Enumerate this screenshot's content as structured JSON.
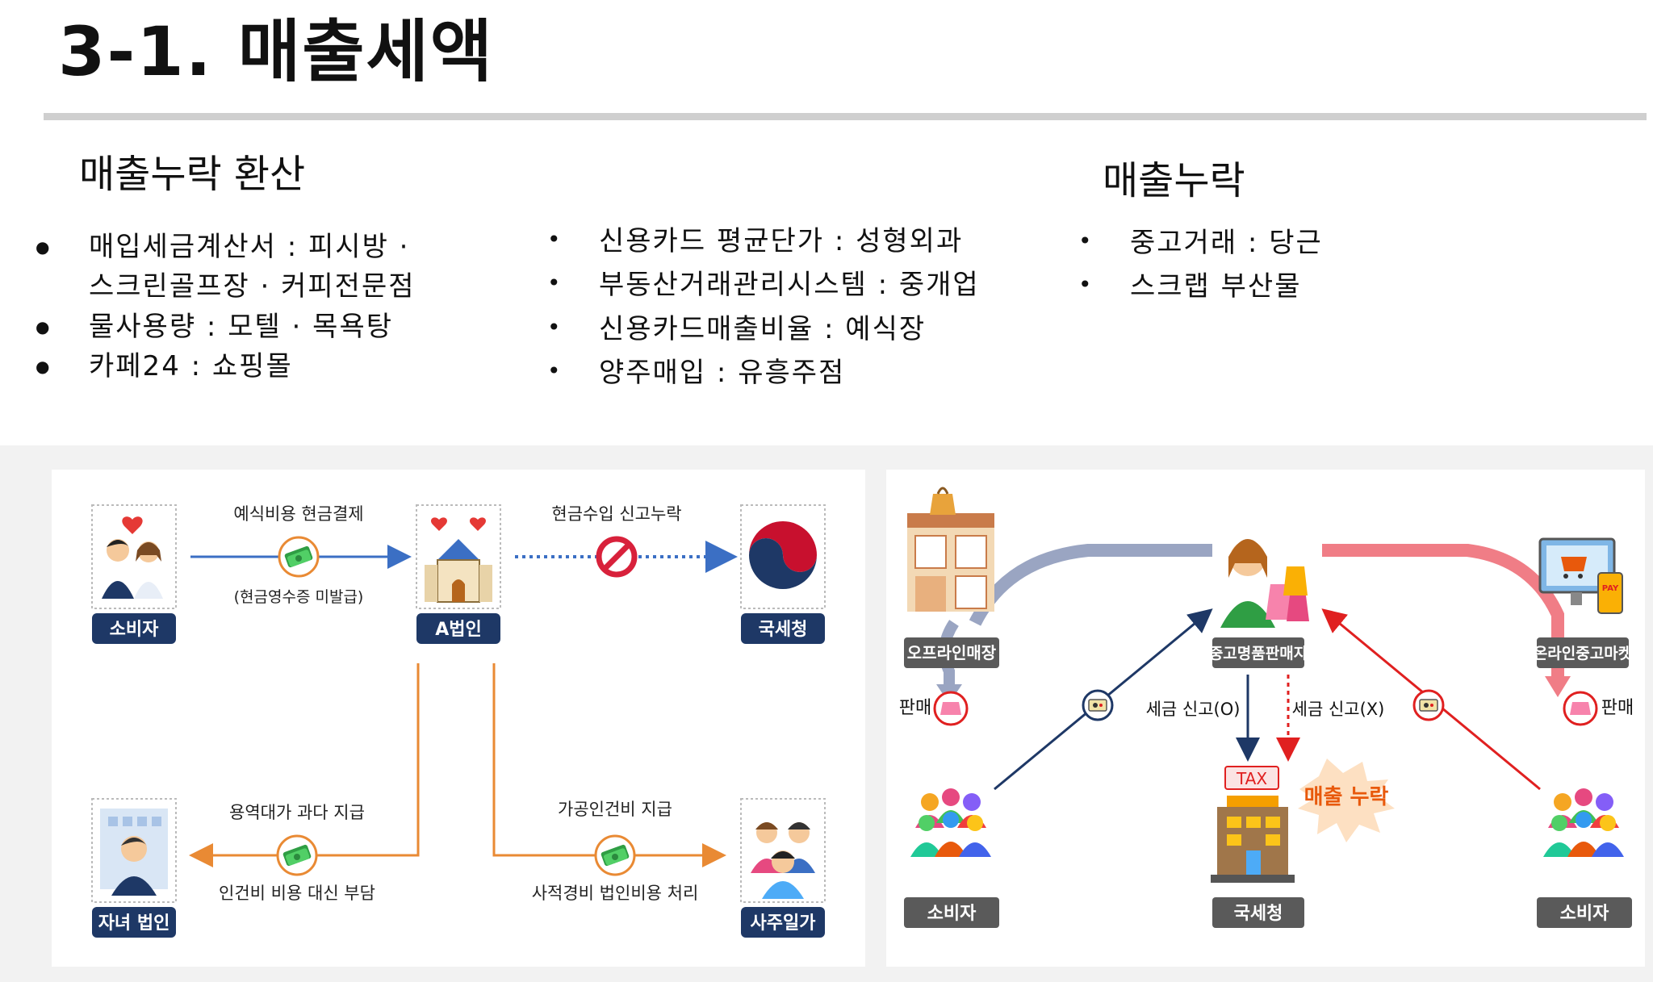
{
  "title": "3-1. 매출세액",
  "left_section": {
    "heading": "매출누락 환산",
    "items": [
      {
        "line1": "매입세금계산서 : 피시방 ·",
        "line2": "스크린골프장 · 커피전문점"
      },
      {
        "line1": "물사용량 : 모텔 · 목욕탕",
        "line2": ""
      },
      {
        "line1": "카페24 : 쇼핑몰",
        "line2": ""
      }
    ]
  },
  "middle_section": {
    "items": [
      "신용카드 평균단가 : 성형외과",
      "부동산거래관리시스템 : 중개업",
      "신용카드매출비율 : 예식장",
      "양주매입 : 유흥주점"
    ]
  },
  "right_section": {
    "heading": "매출누락",
    "items": [
      "중고거래 : 당근",
      "스크랩 부산물"
    ]
  },
  "diagram_left": {
    "consumer_label": "소비자",
    "corp_a_label": "A법인",
    "nts_label": "국세청",
    "child_corp_label": "자녀 법인",
    "owner_family_label": "사주일가",
    "flow_consumer_top": "예식비용 현금결제",
    "flow_consumer_bottom": "(현금영수증 미발급)",
    "flow_nts_top": "현금수입 신고누락",
    "flow_child_top": "용역대가 과다 지급",
    "flow_child_bottom": "인건비 비용 대신 부담",
    "flow_owner_top": "가공인건비 지급",
    "flow_owner_bottom": "사적경비 법인비용 처리"
  },
  "diagram_right": {
    "offline_store_label": "오프라인매장",
    "seller_label": "중고명품판매자",
    "online_market_label": "온라인중고마켓",
    "consumer_left_label": "소비자",
    "nts_label": "국세청",
    "consumer_right_label": "소비자",
    "sale_left": "판매",
    "sale_right": "판매",
    "tax_report_ok": "세금 신고(O)",
    "tax_report_no": "세금 신고(X)",
    "tax_sign": "TAX",
    "burst_text": "매출 누락"
  },
  "colors": {
    "navy_label": "#1e3866",
    "gray_label": "#5a5a5a",
    "blue_arrow": "#3b6fc4",
    "orange_arrow": "#e98a34",
    "red_arrow": "#e02020",
    "pink_arrow": "#f07d86",
    "slate_arrow": "#9aa5c2"
  }
}
